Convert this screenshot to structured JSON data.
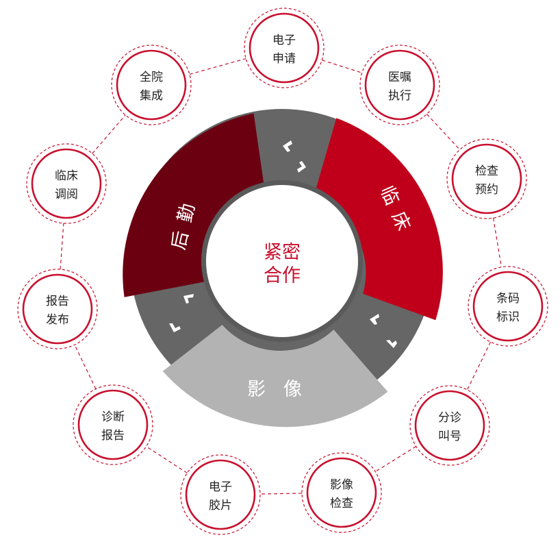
{
  "center": {
    "line1": "紧密",
    "line2": "合作"
  },
  "segments": {
    "logistics": {
      "label": "后勤",
      "color": "#6b0011"
    },
    "clinical": {
      "label": "临床",
      "color": "#c0001a"
    },
    "imaging": {
      "label": "影像",
      "color": "#b3b3b3"
    },
    "gap_color": "#666666"
  },
  "nodes": [
    {
      "id": "e-application",
      "line1": "电子",
      "line2": "申请"
    },
    {
      "id": "order-execution",
      "line1": "医嘱",
      "line2": "执行"
    },
    {
      "id": "exam-booking",
      "line1": "检查",
      "line2": "预约"
    },
    {
      "id": "barcode-id",
      "line1": "条码",
      "line2": "标识"
    },
    {
      "id": "triage-call",
      "line1": "分诊",
      "line2": "叫号"
    },
    {
      "id": "imaging-exam",
      "line1": "影像",
      "line2": "检查"
    },
    {
      "id": "e-film",
      "line1": "电子",
      "line2": "胶片"
    },
    {
      "id": "diagnosis-report",
      "line1": "诊断",
      "line2": "报告"
    },
    {
      "id": "report-publish",
      "line1": "报告",
      "line2": "发布"
    },
    {
      "id": "clinical-review",
      "line1": "临床",
      "line2": "调阅"
    },
    {
      "id": "hospital-integration",
      "line1": "全院",
      "line2": "集成"
    }
  ],
  "accent": "#c8102e"
}
